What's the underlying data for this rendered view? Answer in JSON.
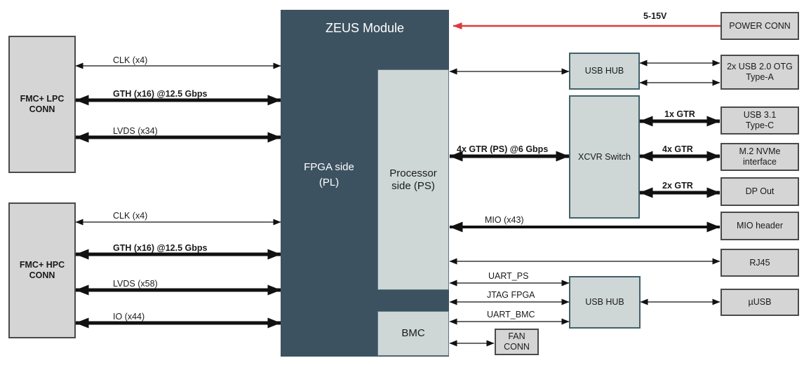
{
  "module": {
    "title": "ZEUS Module",
    "fpga_side_label": "FPGA side\n(PL)",
    "processor_side_label": "Processor\nside (PS)",
    "bmc_label": "BMC"
  },
  "left_connectors": {
    "fmc_lpc": "FMC+ LPC\nCONN",
    "fmc_hpc": "FMC+ HPC\nCONN"
  },
  "middle_blocks": {
    "usb_hub_top": "USB HUB",
    "xcvr_switch": "XCVR Switch",
    "usb_hub_bottom": "USB HUB",
    "fan_conn": "FAN\nCONN"
  },
  "right_connectors": {
    "power_conn": "POWER CONN",
    "usb20_otg": "2x USB 2.0 OTG\nType-A",
    "usb31_typec": "USB 3.1\nType-C",
    "m2_nvme": "M.2 NVMe\ninterface",
    "dp_out": "DP Out",
    "mio_header": "MIO header",
    "rj45": "RJ45",
    "micro_usb": "µUSB"
  },
  "bus_labels": {
    "lpc_clk": "CLK (x4)",
    "lpc_gth": "GTH (x16) @12.5 Gbps",
    "lpc_lvds": "LVDS (x34)",
    "hpc_clk": "CLK (x4)",
    "hpc_gth": "GTH (x16) @12.5 Gbps",
    "hpc_lvds": "LVDS (x58)",
    "hpc_io": "IO (x44)",
    "power_rail": "5-15V",
    "ps_gtr": "4x GTR (PS) @6 Gbps",
    "gtr_1x": "1x GTR",
    "gtr_4x": "4x GTR",
    "gtr_2x": "2x GTR",
    "mio": "MIO (x43)",
    "uart_ps": "UART_PS",
    "jtag_fpga": "JTAG FPGA",
    "uart_bmc": "UART_BMC"
  },
  "colors": {
    "module_dark": "#3D5261",
    "panel_light": "#CED7D5",
    "connector_gray": "#D5D5D5",
    "power_red": "#DE3A3E"
  }
}
